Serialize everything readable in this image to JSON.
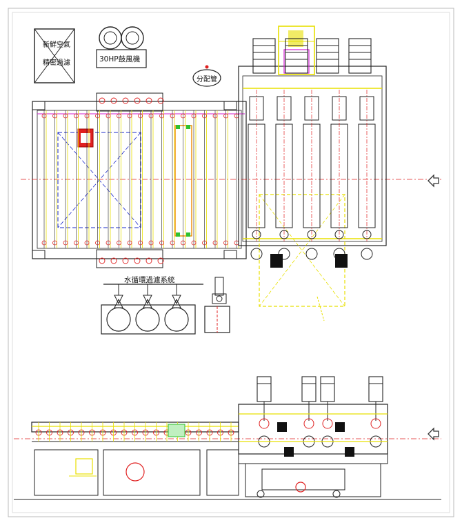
{
  "labels": {
    "fresh_air_line1": "新鮮空氣",
    "fresh_air_line2": "精密過濾",
    "blower": "30HP鼓風機",
    "distribution_pipe": "分配管",
    "water_system": "水循環過濾系統"
  },
  "nav": {
    "arrow_top": "arrow-left",
    "arrow_bottom": "arrow-left"
  },
  "colors": {
    "line": "#222222",
    "yellow": "#e8e000",
    "red": "#e02020",
    "blue": "#1a28c8",
    "magenta": "#d020d0",
    "green": "#30c030",
    "orange": "#f08a00"
  }
}
